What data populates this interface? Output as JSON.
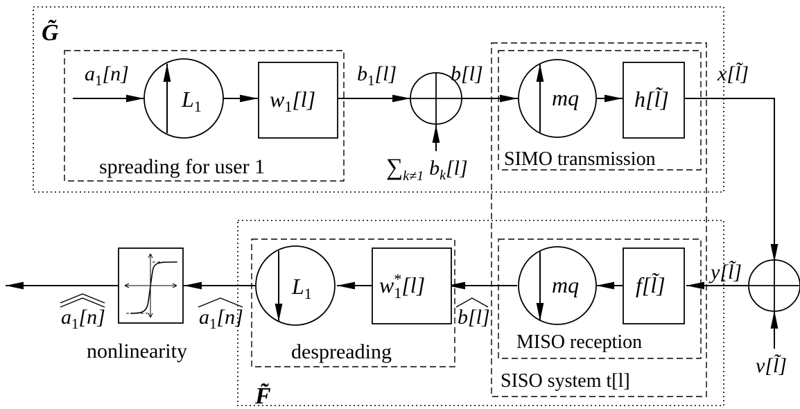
{
  "groups": {
    "g_tilde": "G̃",
    "f_tilde": "F̃"
  },
  "blocks": {
    "spreading_caption": "spreading for user 1",
    "up_l1": "L",
    "up_l1_sub": "1",
    "w1": "w",
    "w1_sub": "1",
    "w1_arg": "[l]",
    "up_mq": "mq",
    "h": "h[l̃]",
    "simo_caption": "SIMO transmission",
    "down_mq": "mq",
    "f": "f[l̃]",
    "miso_caption": "MISO reception",
    "siso_caption": "SISO system t[l]",
    "w1_conj": "w",
    "w1_conj_sup": "*",
    "w1_conj_sub": "1",
    "w1_conj_arg": "[l]",
    "down_l1": "L",
    "down_l1_sub": "1",
    "despreading_caption": "despreading",
    "nonlinearity_caption": "nonlinearity"
  },
  "signals": {
    "a1n": "a",
    "a1n_sub": "1",
    "a1n_arg": "[n]",
    "b1l": "b",
    "b1l_sub": "1",
    "b1l_arg": "[l]",
    "bl": "b[l]",
    "sum_sym": "∑",
    "sum_sub": "k≠1",
    "sum_b": "b",
    "sum_b_sub": "k",
    "sum_b_arg": "[l]",
    "xl": "x[l̃]",
    "yl": "y[l̃]",
    "vl": "v[l̃]",
    "bhat": "b[l]",
    "a1hat": "a",
    "a1hat_sub": "1",
    "a1hat_arg": "[n]",
    "a1hathat": "a",
    "a1hathat_sub": "1",
    "a1hathat_arg": "[n]"
  }
}
